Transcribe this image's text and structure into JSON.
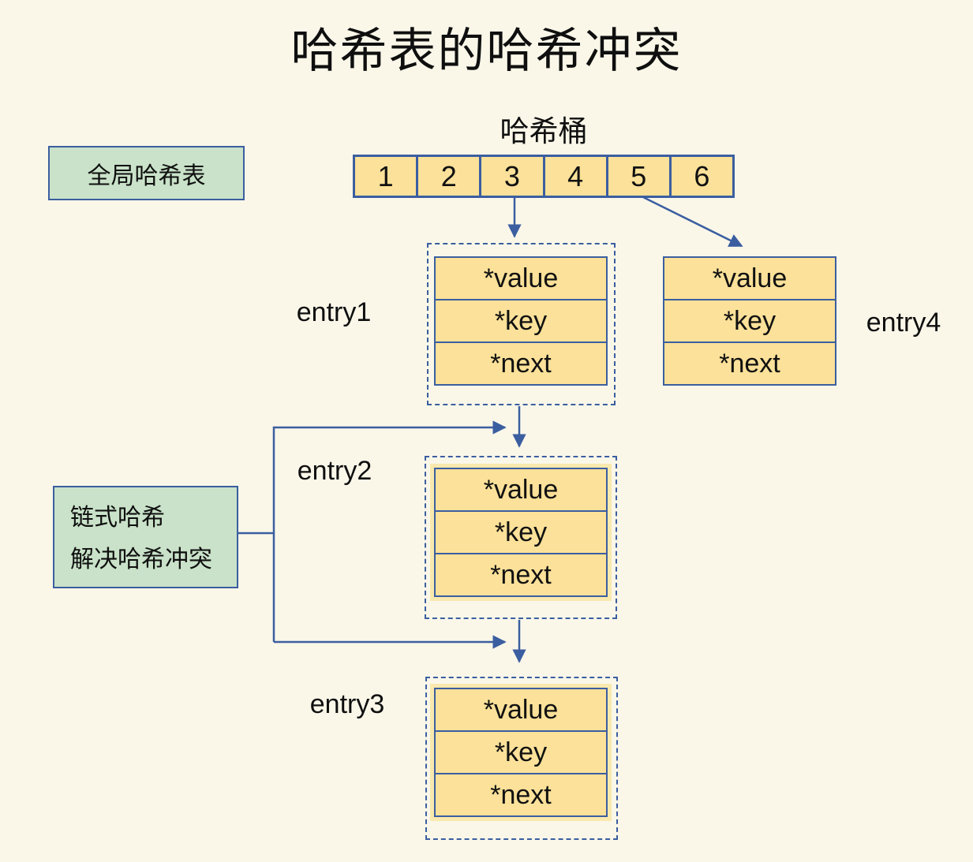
{
  "title": "哈希表的哈希冲突",
  "bucket": {
    "label": "哈希桶",
    "cells": [
      "1",
      "2",
      "3",
      "4",
      "5",
      "6"
    ]
  },
  "global_box": {
    "label": "全局哈希表"
  },
  "chain_box": {
    "line1": "链式哈希",
    "line2": "解决哈希冲突"
  },
  "entries": [
    {
      "label": "entry1",
      "fields": [
        "*value",
        "*key",
        "*next"
      ]
    },
    {
      "label": "entry2",
      "fields": [
        "*value",
        "*key",
        "*next"
      ]
    },
    {
      "label": "entry3",
      "fields": [
        "*value",
        "*key",
        "*next"
      ]
    },
    {
      "label": "entry4",
      "fields": [
        "*value",
        "*key",
        "*next"
      ]
    }
  ],
  "edges": [
    {
      "from": "bucket-cell-3",
      "to": "entry1"
    },
    {
      "from": "bucket-cell-5",
      "to": "entry4"
    },
    {
      "from": "entry1",
      "to": "entry2"
    },
    {
      "from": "entry2",
      "to": "entry3"
    },
    {
      "from": "chain-box",
      "to": "entry2"
    },
    {
      "from": "chain-box",
      "to": "entry3"
    }
  ],
  "colors": {
    "background": "#FAF7E9",
    "cell_fill": "#FBE199",
    "line_blue": "#3B5EA0",
    "green_fill": "#C9E2C9",
    "glow_yellow": "#F9E9AE"
  }
}
